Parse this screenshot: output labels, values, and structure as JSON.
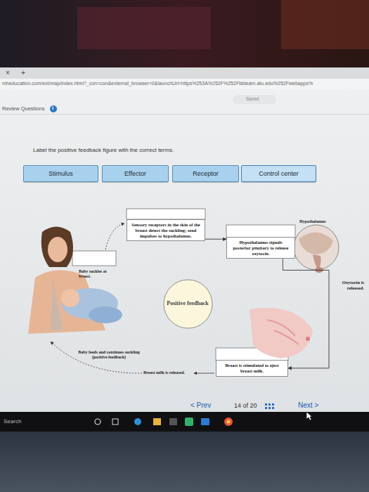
{
  "diagram": {
    "nodes": [
      {
        "text": [
          "Stimulus"
        ]
      },
      {
        "text": [
          "Effector"
        ]
      },
      {
        "text": [
          "Receptor"
        ]
      },
      {
        "text": [
          "Control center"
        ]
      },
      {
        "text": [
          "Sensory receptors in the skin of the breast detect the suckling; send impulses to hypothalamus."
        ]
      },
      {
        "text": [
          "Hypothalamus signals posterior pituitary to release oxytocin."
        ]
      },
      {
        "text": [
          "Positive feedback"
        ]
      },
      {
        "text": [
          "Breast is stimulated to eject breast milk."
        ]
      }
    ],
    "edges": [
      {
        "from": 4,
        "to": 5,
        "arrow": "to"
      },
      {
        "from": 5,
        "to": 7,
        "arrow": "to",
        "label": "Oxytocin is released."
      }
    ],
    "labels": [
      "×",
      "+",
      "mheducation.com/ext/map/index.html?_con=con&external_browser=0&launchUrl=https%253A%252F%252Fbblearn.atu.edu%252Fwebapps%",
      "Saved",
      "Review Questions",
      "i",
      "Label the positive feedback figure with the correct terms.",
      "Hypothalamus",
      "Baby suckles at breast.",
      "Baby feeds and continues suckling (positive feedback)",
      "Breast milk is released.",
      "< Prev",
      "14 of 20",
      "Next >",
      "Search"
    ]
  }
}
